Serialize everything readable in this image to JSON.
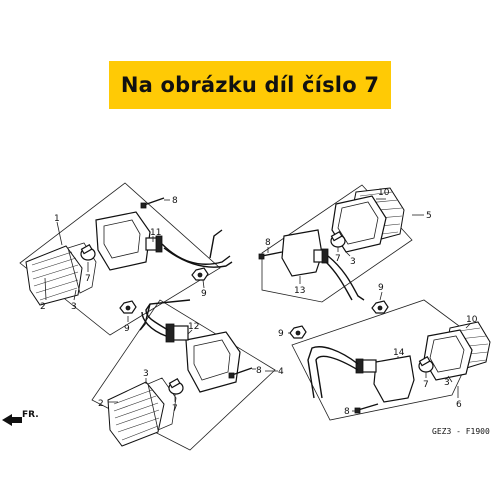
{
  "banner": {
    "text": "Na obrázku díl číslo 7",
    "color": "#ffca05"
  },
  "diagram_code": "GEZ3 - F1900",
  "front_marker": "FR.",
  "parts": {
    "p1": "1",
    "p2a": "2",
    "p3a": "3",
    "p7a": "7",
    "p8a": "8",
    "p11": "11",
    "p9a": "9",
    "p9b": "9",
    "p12": "12",
    "p4": "4",
    "p8b": "8",
    "p3b": "3",
    "p2b": "2",
    "p7b": "7",
    "p10a": "10",
    "p5": "5",
    "p8c": "8",
    "p7c": "7",
    "p3c": "3",
    "p13": "13",
    "p9c": "9",
    "p9d": "9",
    "p10b": "10",
    "p14": "14",
    "p7d": "7",
    "p3d": "3",
    "p6": "6",
    "p8d": "8"
  }
}
